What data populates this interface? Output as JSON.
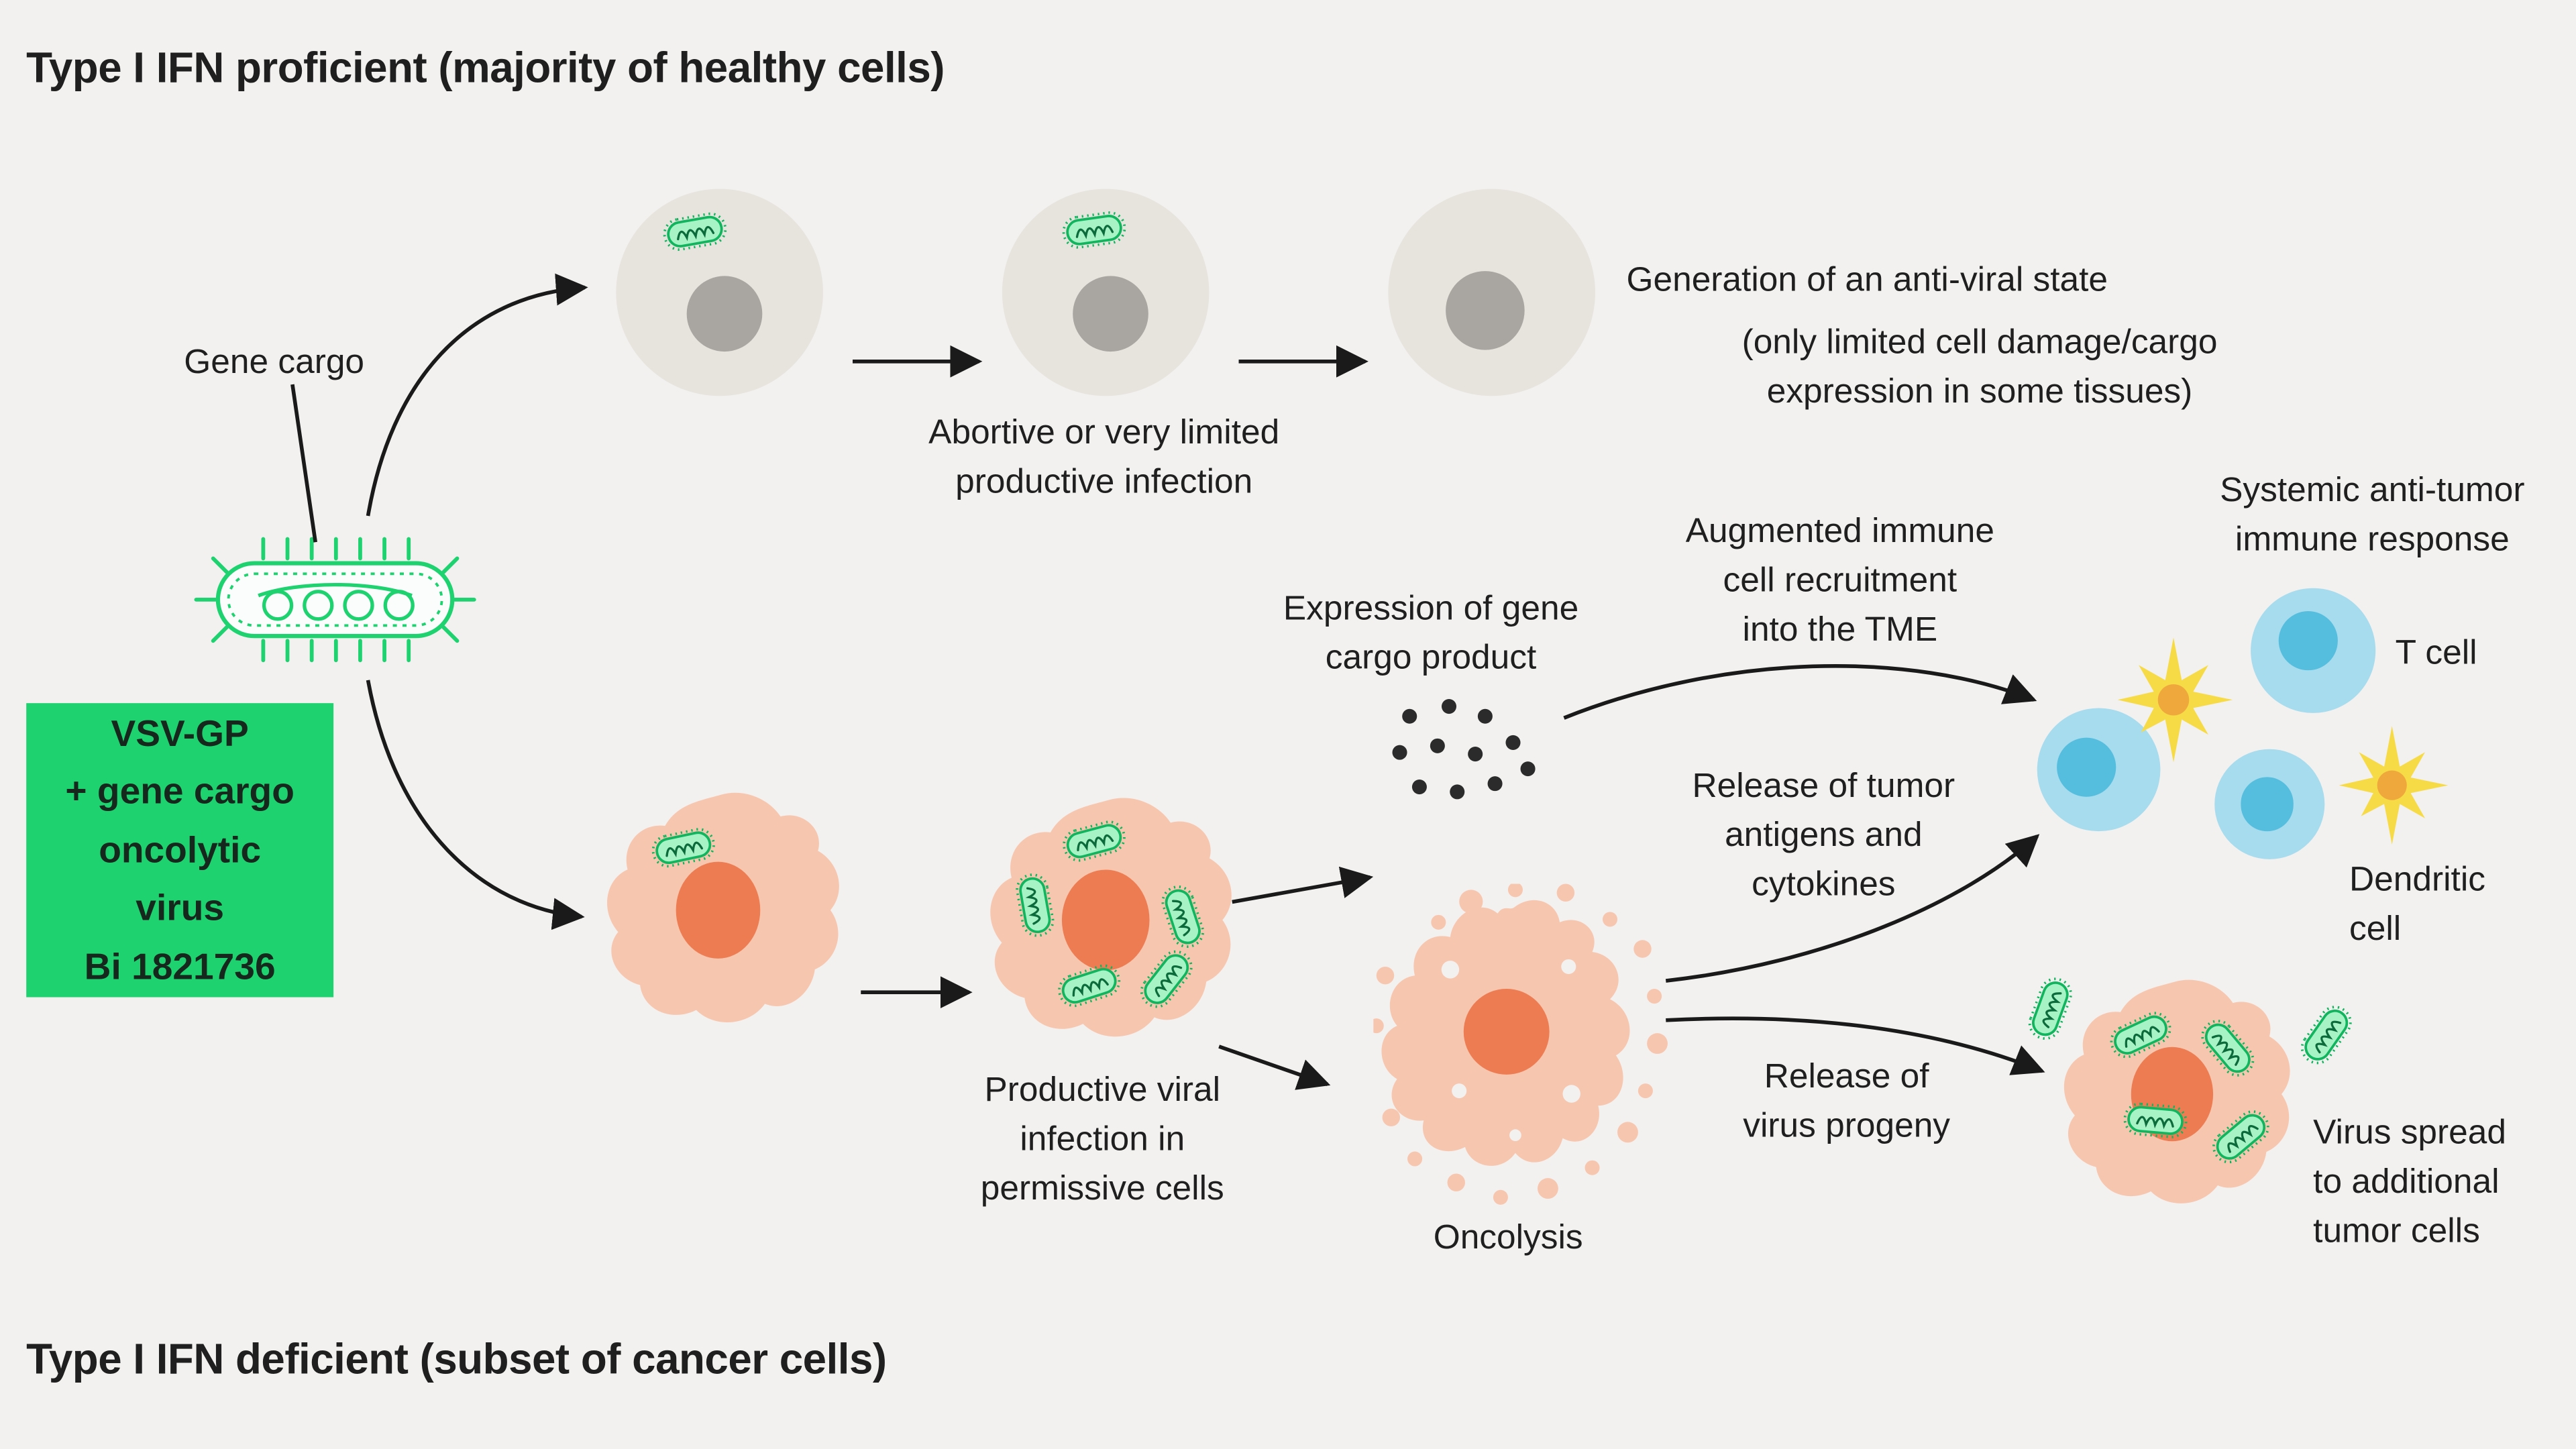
{
  "page": {
    "top_title": "Type I IFN proficient (majority of healthy cells)",
    "bottom_title": "Type I IFN deficient (subset of cancer cells)"
  },
  "virus": {
    "gene_cargo_label": "Gene cargo",
    "box_text": "VSV-GP\n+ gene cargo\noncolytic\nvirus\nBi 1821736"
  },
  "healthy": {
    "infection_label": "Abortive or very limited\nproductive infection",
    "outcome_label": "Generation of an anti-viral state",
    "outcome_note": "(only limited cell damage/cargo\nexpression in some tissues)"
  },
  "tumor": {
    "infection_label": "Productive viral\ninfection in\npermissive cells",
    "expression_label": "Expression of gene\ncargo product",
    "oncolysis_label": "Oncolysis",
    "augmented_label": "Augmented immune\ncell recruitment\ninto the TME",
    "antigens_label": "Release of tumor\nantigens and\ncytokines",
    "progeny_label": "Release of\nvirus progeny",
    "spread_label": "Virus spread\nto additional\ntumor cells"
  },
  "immune": {
    "systemic_label": "Systemic anti-tumor\nimmune response",
    "t_cell_label": "T cell",
    "dendritic_label": "Dendritic\ncell"
  },
  "colors": {
    "background": "#f2f1ef",
    "accent_green": "#1ed36f",
    "healthy_cell": "#e7e3dd",
    "healthy_nucleus": "#a9a5a1",
    "tumor_cell": "#f7c6af",
    "tumor_nucleus": "#ed7c52",
    "t_cell": "#a6dcee",
    "t_cell_nucleus": "#55bddd",
    "dendritic_cell": "#f6db47",
    "dendritic_nucleus": "#efa83c",
    "dots": "#2b2b2b",
    "text": "#1f1f1f"
  }
}
